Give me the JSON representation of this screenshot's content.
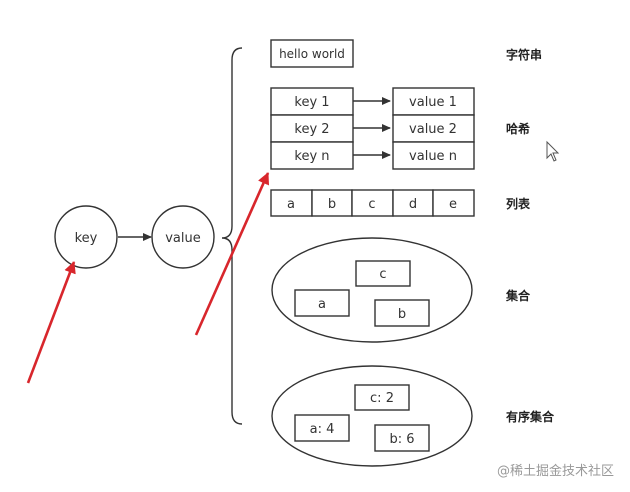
{
  "nodes": {
    "key": "key",
    "value": "value"
  },
  "string": {
    "text": "hello world",
    "label": "字符串"
  },
  "hash": {
    "rows": [
      {
        "key": "key 1",
        "value": "value 1"
      },
      {
        "key": "key 2",
        "value": "value 2"
      },
      {
        "key": "key n",
        "value": "value n"
      }
    ],
    "label": "哈希"
  },
  "list": {
    "items": [
      "a",
      "b",
      "c",
      "d",
      "e"
    ],
    "label": "列表"
  },
  "set": {
    "items": [
      "c",
      "a",
      "b"
    ],
    "label": "集合"
  },
  "zset": {
    "items": [
      "c: 2",
      "a: 4",
      "b: 6"
    ],
    "label": "有序集合"
  },
  "watermark": "@稀土掘金技术社区",
  "colors": {
    "annotation_arrow": "#d8262c",
    "stroke": "#333333"
  }
}
